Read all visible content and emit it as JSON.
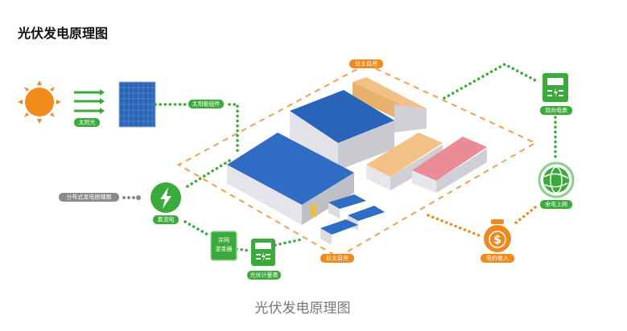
{
  "page_title": "光伏发电原理图",
  "diagram": {
    "sunlight_label": "太阳光",
    "solar_module_label": "太阳能组件",
    "distributed_label": "分布式发电原理图",
    "dc_label": "直流电",
    "inverter_label_line1": "并网",
    "inverter_label_line2": "逆变器",
    "pv_meter_label": "光伏计量表",
    "self_use_top_label": "业主自用",
    "self_use_bottom_label": "业主自用",
    "bidirectional_meter_label": "双向电表",
    "surplus_grid_label": "余电上网",
    "income_label": "电价收入",
    "caption": "光伏发电原理图"
  },
  "colors": {
    "green": "#3aaa3a",
    "orange": "#f08a1e",
    "gray": "#8a8a8a",
    "solar_blue": "#2a64b8"
  }
}
